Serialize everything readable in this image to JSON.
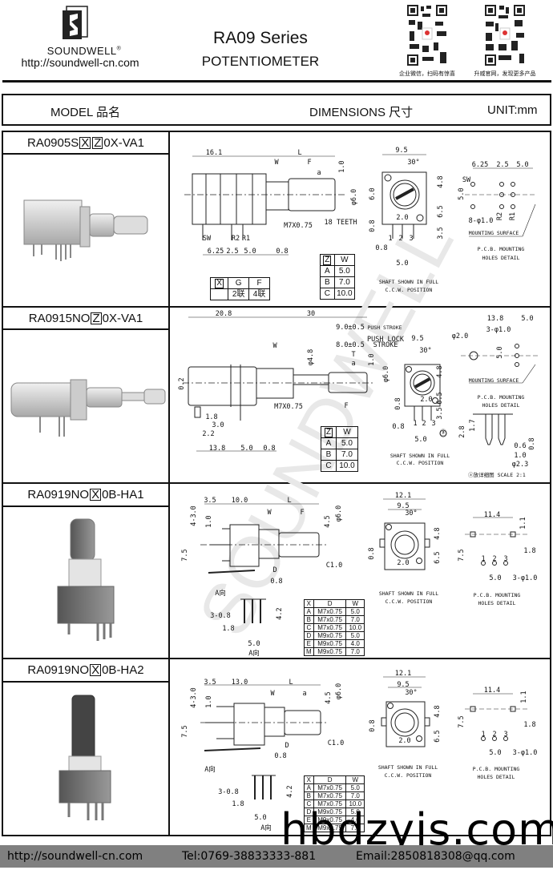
{
  "header": {
    "brand": "SOUNDWELL",
    "registered_mark": "®",
    "url": "http://soundwell-cn.com",
    "title": "RA09 Series",
    "subtitle": "POTENTIOMETER",
    "qr_captions": [
      "企业微信，扫码有惊喜",
      "升威官网，发现更多产品"
    ]
  },
  "column_headers": {
    "model": "MODEL 品名",
    "dimensions": "DIMENSIONS 尺寸",
    "unit": "UNIT:mm"
  },
  "rows": [
    {
      "model": {
        "prefix": "RA0905S",
        "boxes": [
          "X",
          "Z"
        ],
        "suffix": "0X-VA1"
      },
      "labels": [
        "16.1",
        "L",
        "W",
        "F",
        "a",
        "1.0",
        "φ6.0",
        "M7X0.75",
        "18 TEETH",
        "SW",
        "R2",
        "R1",
        "6.25",
        "2.5",
        "5.0",
        "0.8",
        "9.5",
        "30°",
        "6.0",
        "4.8",
        "6.5",
        "0.8",
        "2.0",
        "3.5",
        "1",
        "2",
        "3",
        "0.8",
        "5.0",
        "SHAFT SHOWN IN FULL",
        "C.C.W. POSITION",
        "6.25",
        "2.5",
        "5.0",
        "SW",
        "5.0",
        "8-φ1.0",
        "MOUNTING SURFACE",
        "P.C.B. MOUNTING",
        "HOLES DETAIL",
        "R2",
        "R1"
      ],
      "table_x": {
        "header": [
          "X",
          "G",
          "F"
        ],
        "rows": [
          [
            "",
            "2联",
            "4联"
          ]
        ]
      },
      "table_z": {
        "header": [
          "Z",
          "W"
        ],
        "rows": [
          [
            "A",
            "5.0"
          ],
          [
            "B",
            "7.0"
          ],
          [
            "C",
            "10.0"
          ]
        ]
      }
    },
    {
      "model": {
        "prefix": "RA0915NO",
        "boxes": [
          "Z"
        ],
        "suffix": "0X-VA1"
      },
      "labels": [
        "20.8",
        "30",
        "9.0±0.5",
        "PUSH STROKE",
        "PUSH LOCK",
        "STROKE",
        "8.0±0.5",
        "W",
        "T",
        "a",
        "φ4.8",
        "1.0",
        "φ6.0",
        "0.2",
        "M7X0.75",
        "F",
        "1.8",
        "3.0",
        "2.2",
        "13.8",
        "5.0",
        "0.8",
        "9.5",
        "30°",
        "4.8",
        "6.5",
        "0.8",
        "2.0",
        "3.5",
        "0.8",
        "5.0",
        "1",
        "2",
        "3",
        "ⓐ",
        "SHAFT SHOWN IN FULL",
        "C.C.W. POSITION",
        "13.8",
        "5.0",
        "φ2.0",
        "3-φ1.0",
        "5.0",
        "MOUNTING SURFACE",
        "P.C.B. MOUNTING",
        "HOLES DETAIL",
        "2.8",
        "1.7",
        "0.8",
        "0.6",
        "1.0",
        "φ2.3",
        "ⓐ放详细图 SCALE 2:1"
      ],
      "table_z": {
        "header": [
          "Z",
          "W"
        ],
        "rows": [
          [
            "A",
            "5.0"
          ],
          [
            "B",
            "7.0"
          ],
          [
            "C",
            "10.0"
          ]
        ]
      }
    },
    {
      "model": {
        "prefix": "RA0919NO",
        "boxes": [
          "X"
        ],
        "suffix": "0B-HA1"
      },
      "labels": [
        "3.5",
        "10.0",
        "L",
        "W",
        "F",
        "4-3.0",
        "1.0",
        "4.5",
        "φ6.0",
        "7.5",
        "D",
        "C1.0",
        "0.8",
        "A向",
        "3-0.8",
        "4.2",
        "1.8",
        "5.0",
        "A向",
        "12.1",
        "9.5",
        "30°",
        "4.8",
        "0.8",
        "6.5",
        "2.0",
        "SHAFT SHOWN IN FULL",
        "C.C.W. POSITION",
        "11.4",
        "1.1",
        "7.5",
        "1.8",
        "1",
        "2",
        "3",
        "5.0",
        "3-φ1.0",
        "P.C.B. MOUNTING",
        "HOLES DETAIL"
      ],
      "table_d": {
        "header": [
          "X",
          "D",
          "W"
        ],
        "rows": [
          [
            "A",
            "M7x0.75",
            "5.0"
          ],
          [
            "B",
            "M7x0.75",
            "7.0"
          ],
          [
            "C",
            "M7x0.75",
            "10.0"
          ],
          [
            "D",
            "M9x0.75",
            "5.0"
          ],
          [
            "E",
            "M9x0.75",
            "4.0"
          ],
          [
            "M",
            "M9x0.75",
            "7.0"
          ]
        ]
      }
    },
    {
      "model": {
        "prefix": "RA0919NO",
        "boxes": [
          "X"
        ],
        "suffix": "0B-HA2"
      },
      "labels": [
        "3.5",
        "13.0",
        "L",
        "W",
        "a",
        "4-3.0",
        "1.0",
        "4.5",
        "φ6.0",
        "7.5",
        "D",
        "C1.0",
        "0.8",
        "A向",
        "3-0.8",
        "4.2",
        "1.8",
        "5.0",
        "A向",
        "12.1",
        "9.5",
        "30°",
        "4.8",
        "0.8",
        "6.5",
        "2.0",
        "SHAFT SHOWN IN FULL",
        "C.C.W. POSITION",
        "11.4",
        "1.1",
        "7.5",
        "1.8",
        "1",
        "2",
        "3",
        "5.0",
        "3-φ1.0",
        "P.C.B. MOUNTING",
        "HOLES DETAIL"
      ],
      "table_d": {
        "header": [
          "X",
          "D",
          "W"
        ],
        "rows": [
          [
            "A",
            "M7x0.75",
            "5.0"
          ],
          [
            "B",
            "M7x0.75",
            "7.0"
          ],
          [
            "C",
            "M7x0.75",
            "10.0"
          ],
          [
            "D",
            "M9x0.75",
            "5.0"
          ],
          [
            "E",
            "M9x0.75",
            "4.0"
          ],
          [
            "M",
            "M9x0.75",
            "7.0"
          ]
        ]
      }
    }
  ],
  "watermarks": {
    "site": "hbdzyjs.com",
    "brand": "SOUNDWELL"
  },
  "footer": {
    "url": "http://soundwell-cn.com",
    "tel": "Tel:0769-38833333-881",
    "email": "Email:2850818308@qq.com"
  },
  "colors": {
    "footer_bg": "#808080",
    "line": "#111111",
    "watermark": "#e6e6e6"
  }
}
